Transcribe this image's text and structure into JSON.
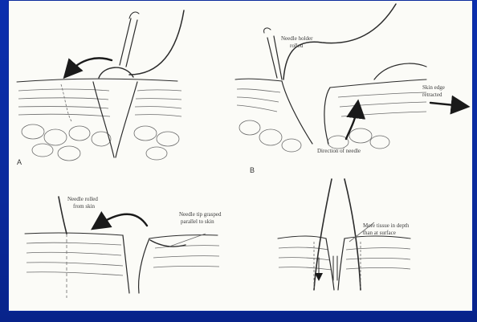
{
  "colors": {
    "background": "#0a2a9c",
    "paper": "#fbfbf7",
    "ink": "#2b2b2b"
  },
  "panels": {
    "a": {
      "letter": "A"
    },
    "b": {
      "letter": "B",
      "needle_holder_label_1": "Needle holder",
      "needle_holder_label_2": "rolled",
      "skin_edge_label_1": "Skin edge",
      "skin_edge_label_2": "retracted",
      "direction_label": "Direction of needle"
    },
    "c": {
      "needle_rolled_label_1": "Needle rolled",
      "needle_rolled_label_2": "from skin",
      "needle_tip_label_1": "Needle tip grasped",
      "needle_tip_label_2": "parallel to skin"
    },
    "d": {
      "tissue_label_1": "More tissue in depth",
      "tissue_label_2": "than at surface"
    }
  }
}
